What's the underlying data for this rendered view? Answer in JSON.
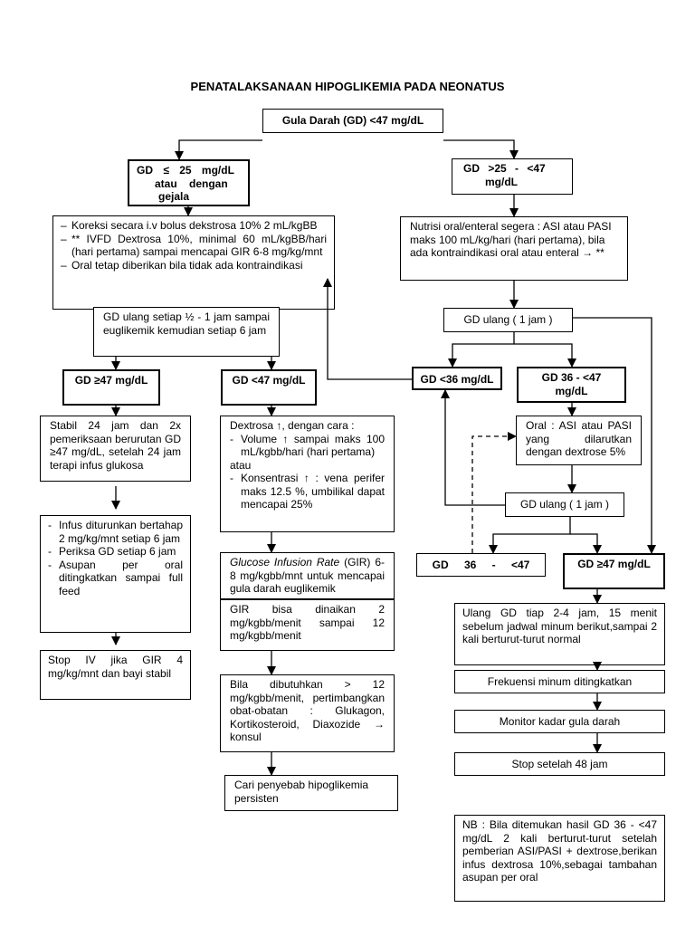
{
  "title": "PENATALAKSANAAN HIPOGLIKEMIA PADA NEONATUS",
  "root": "Gula Darah (GD) <47 mg/dL",
  "left_branch": {
    "cond_line1": "GD ≤ 25 mg/dL",
    "cond_line2": "atau dengan",
    "cond_line3": "gejala",
    "actions": [
      "Koreksi secara i.v bolus dekstrosa 10% 2 mL/kgBB",
      "** IVFD Dextrosa 10%, minimal 60 mL/kgBB/hari (hari pertama) sampai mencapai GIR 6-8 mg/kg/mnt",
      "Oral tetap diberikan bila tidak ada kontraindikasi"
    ],
    "recheck": "GD ulang setiap ½ - 1 jam sampai euglikemik kemudian setiap 6 jam",
    "ge47": "GD ≥47 mg/dL",
    "lt47": "GD <47 mg/dL",
    "stable": "Stabil 24 jam dan 2x pemeriksaan berurutan GD ≥47 mg/dL, setelah 24 jam terapi infus glukosa",
    "taper": [
      "Infus diturunkan bertahap 2 mg/kg/mnt setiap 6 jam",
      "Periksa GD setiap 6 jam",
      "Asupan per oral ditingkatkan sampai full feed"
    ],
    "stop_iv": "Stop IV jika GIR 4 mg/kg/mnt dan bayi stabil",
    "dextrose_intro": "Dextrosa ↑, dengan cara :",
    "dextrose_items": [
      "Volume ↑ sampai maks 100 mL/kgbb/hari (hari pertama)",
      "Konsentrasi ↑ : vena perifer maks 12.5 %, umbilikal dapat mencapai 25%"
    ],
    "dextrose_or": "atau",
    "gir_title": "Glucose Infusion Rate",
    "gir_rest": " (GIR) 6-8 mg/kgbb/mnt untuk mencapai gula darah euglikemik",
    "gir_raise": "GIR bisa dinaikan 2 mg/kgbb/menit sampai 12 mg/kgbb/menit",
    "drugs": "Bila dibutuhkan > 12 mg/kgbb/menit, pertimbangkan obat-obatan : Glukagon, Kortikosteroid, Diaxozide → konsul",
    "persistent": "Cari penyebab hipoglikemia persisten"
  },
  "right_branch": {
    "cond_line1": "GD >25 - <47",
    "cond_line2": "mg/dL",
    "nutrition": "Nutrisi oral/enteral segera : ASI atau PASI maks 100 mL/kg/hari (hari pertama), bila ada kontraindikasi oral atau enteral → **",
    "recheck1": "GD ulang ( 1 jam )",
    "lt36": "GD <36 mg/dL",
    "range36_47": "GD 36 - <47 mg/dL",
    "oral": "Oral : ASI atau PASI yang dilarutkan dengan dextrose 5%",
    "recheck2": "GD ulang ( 1 jam )",
    "range36_47b": "GD 36 - <47",
    "ge47": "GD ≥47 mg/dL",
    "repeat": "Ulang GD tiap 2-4 jam, 15 menit sebelum jadwal minum berikut,sampai 2 kali berturut-turut normal",
    "freq": "Frekuensi minum ditingkatkan",
    "monitor": "Monitor kadar gula darah",
    "stop48": "Stop setelah 48 jam",
    "note": "NB : Bila ditemukan hasil GD 36 - <47 mg/dL 2 kali berturut-turut setelah pemberian ASI/PASI + dextrose,berikan infus dextrosa 10%,sebagai tambahan asupan per oral"
  }
}
